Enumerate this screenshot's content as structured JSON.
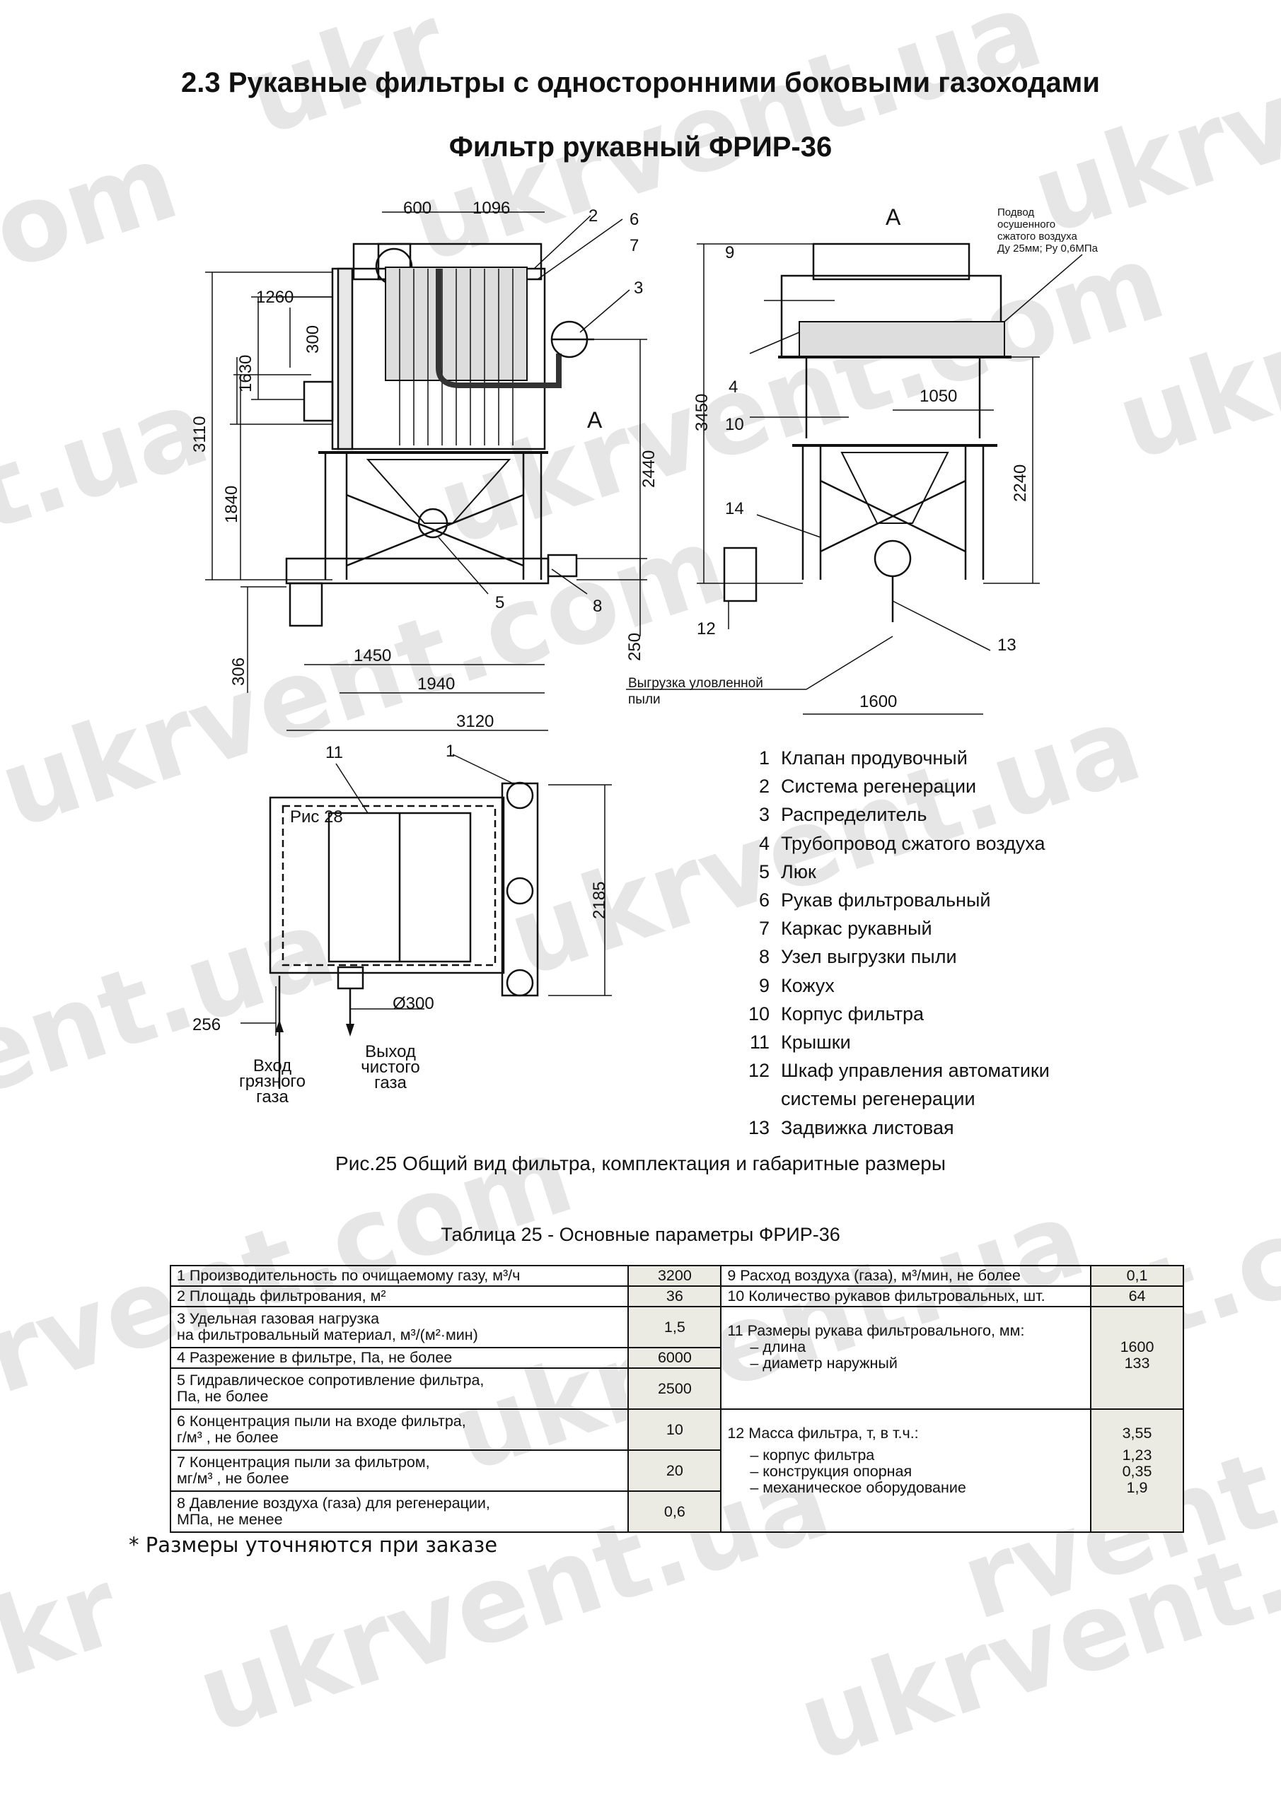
{
  "watermarks": [
    "ukr",
    "ukrvent.ua",
    "om",
    "ukrvent.com",
    "ukrv",
    "ukr",
    "t.ua",
    "ukrvent.com",
    "ukrvent.ua",
    "ukrvent.com",
    "ent.ua",
    "ukrvent.ua",
    "u",
    "rvent.com",
    "ukrvent.com",
    "t.co",
    "ukrvent.ua",
    "kr",
    "rvent.ua",
    "ukrvent.com",
    "ukrvent.ua"
  ],
  "heading": "2.3 Рукавные фильтры с односторонними боковыми газоходами",
  "subheading": "Фильтр рукавный  ФРИР-36",
  "drawing": {
    "dims_front": [
      "600",
      "1096",
      "1260",
      "300",
      "1630",
      "3110",
      "1840",
      "2440",
      "250",
      "306",
      "1450",
      "1940",
      "3120"
    ],
    "dims_side": [
      "3450",
      "1050",
      "2240",
      "1600"
    ],
    "dims_top": [
      "2185",
      "256",
      "Ø300"
    ],
    "view_marker": "А",
    "callouts": [
      "2",
      "6",
      "7",
      "3",
      "5",
      "8",
      "9",
      "4",
      "10",
      "14",
      "12",
      "13",
      "11",
      "1"
    ],
    "air_supply_note": [
      "Подвод",
      "осушенного",
      "сжатого воздуха",
      "Ду 25мм; Ру 0,6МПа"
    ],
    "dust_unload": [
      "Выгрузка уловленной",
      "пыли"
    ],
    "ref_fig": "Рис 28",
    "inlet": [
      "Вход",
      "грязного",
      "газа"
    ],
    "outlet": [
      "Выход",
      "чистого",
      "газа"
    ]
  },
  "legend": [
    {
      "num": "1",
      "text": "Клапан продувочный"
    },
    {
      "num": "2",
      "text": "Система регенерации"
    },
    {
      "num": "3",
      "text": "Распределитель"
    },
    {
      "num": "4",
      "text": "Трубопровод сжатого воздуха"
    },
    {
      "num": "5",
      "text": "Люк"
    },
    {
      "num": "6",
      "text": "Рукав фильтровальный"
    },
    {
      "num": "7",
      "text": "Каркас рукавный"
    },
    {
      "num": "8",
      "text": "Узел выгрузки пыли"
    },
    {
      "num": "9",
      "text": "Кожух"
    },
    {
      "num": "10",
      "text": "Корпус фильтра"
    },
    {
      "num": "11",
      "text": "Крышки"
    },
    {
      "num": "12",
      "text": "Шкаф управления автоматики"
    },
    {
      "num": "",
      "text": "системы регенерации"
    },
    {
      "num": "13",
      "text": "Задвижка листовая"
    }
  ],
  "figure_caption": "Рис.25  Общий вид фильтра, комплектация и габаритные размеры",
  "table_caption": "Таблица 25 - Основные параметры ФРИР-36",
  "table": {
    "r1_label": "1 Производительность  по очищаемому газу, м³/ч",
    "r1_value": "3200",
    "r2_label": "2  Площадь фильтрования, м²",
    "r2_value": "36",
    "r3_label_a": "3  Удельная газовая нагрузка",
    "r3_label_b": "на фильтровальный материал, м³/(м²·мин)",
    "r3_value": "1,5",
    "r4_label": "4  Разрежение в фильтре, Па, не более",
    "r4_value": "6000",
    "r5_label_a": "5  Гидравлическое сопротивление фильтра,",
    "r5_label_b": "Па, не более",
    "r5_value": "2500",
    "r6_label_a": "6  Концентрация пыли на входе фильтра,",
    "r6_label_b": "г/м³ ,  не более",
    "r6_value": "10",
    "r7_label_a": "7  Концентрация пыли за фильтром,",
    "r7_label_b": "мг/м³ ,  не более",
    "r7_value": "20",
    "r8_label_a": "8  Давление воздуха (газа) для регенерации,",
    "r8_label_b": "МПа, не менее",
    "r8_value": "0,6",
    "r9_label": "9    Расход воздуха (газа), м³/мин, не более",
    "r9_value": "0,1",
    "r10_label": "10  Количество рукавов фильтровальных, шт.",
    "r10_value": "64",
    "r11_label": "11  Размеры рукава фильтровального, мм:",
    "r11_sub1": "–  длина",
    "r11_sub2": "–  диаметр наружный",
    "r11_val1": "1600",
    "r11_val2": "133",
    "r12_label": "12  Масса фильтра, т,   в т.ч.:",
    "r12_sub1": "–  корпус  фильтра",
    "r12_sub2": "–  конструкция  опорная",
    "r12_sub3": "–  механическое оборудование",
    "r12_val": "3,55",
    "r12_val1": "1,23",
    "r12_val2": "0,35",
    "r12_val3": "1,9"
  },
  "footnote": "* Размеры уточняются при заказе"
}
